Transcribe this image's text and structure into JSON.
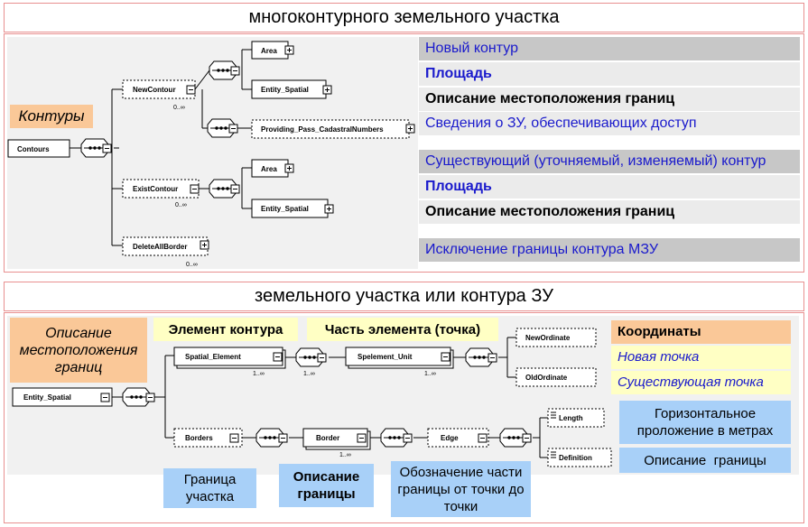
{
  "top": {
    "title": "многоконтурного земельного участка",
    "left_label": "Контуры",
    "rows": [
      {
        "text": "Новый контур",
        "style": "gray blue"
      },
      {
        "text": "Площадь",
        "style": "light blue bold"
      },
      {
        "text": "Описание местоположения границ",
        "style": "light bold"
      },
      {
        "text": "Сведения о ЗУ, обеспечивающих доступ",
        "style": "light blue"
      },
      {
        "text": "Существующий (уточняемый, изменяемый) контур",
        "style": "gray blue"
      },
      {
        "text": "Площадь",
        "style": "light blue bold"
      },
      {
        "text": "Описание местоположения границ",
        "style": "light bold"
      },
      {
        "text": "Исключение границы контура МЗУ",
        "style": "gray blue"
      }
    ],
    "nodes": {
      "contours": "Contours",
      "new_contour": "NewContour",
      "area1": "Area",
      "entity_spatial1": "Entity_Spatial",
      "providing": "Providing_Pass_CadastralNumbers",
      "exist_contour": "ExistContour",
      "area2": "Area",
      "entity_spatial2": "Entity_Spatial",
      "delete_all_border": "DeleteAllBorder"
    },
    "mult": "0..∞"
  },
  "bottom": {
    "title": "земельного участка или контура ЗУ",
    "left_label": "Описание местоположения границ",
    "element_label": "Элемент контура",
    "part_label": "Часть элемента (точка)",
    "coords_title": "Координаты",
    "new_point": "Новая точка",
    "existing_point": "Существующая точка",
    "horizontal": "Горизонтальное проложение в метрах",
    "border_desc": "Описание  границы",
    "parcel_border": "Граница участка",
    "border_description": "Описание границы",
    "part_designation": "Обозначение части границы от точки до точки",
    "nodes": {
      "entity_spatial": "Entity_Spatial",
      "spatial_element": "Spatial_Element",
      "spelement_unit": "Spelement_Unit",
      "new_ordinate": "NewOrdinate",
      "old_ordinate": "OldOrdinate",
      "borders": "Borders",
      "border": "Border",
      "edge": "Edge",
      "length": "Length",
      "definition": "Definition"
    },
    "mult": "1..∞"
  },
  "colors": {
    "panel_border": "#e89090",
    "orange": "#fac898",
    "yellow": "#ffffc4",
    "light_blue": "#a8d0f8",
    "gray_row": "#c7c7c7",
    "blue_text": "#1a1acc"
  }
}
